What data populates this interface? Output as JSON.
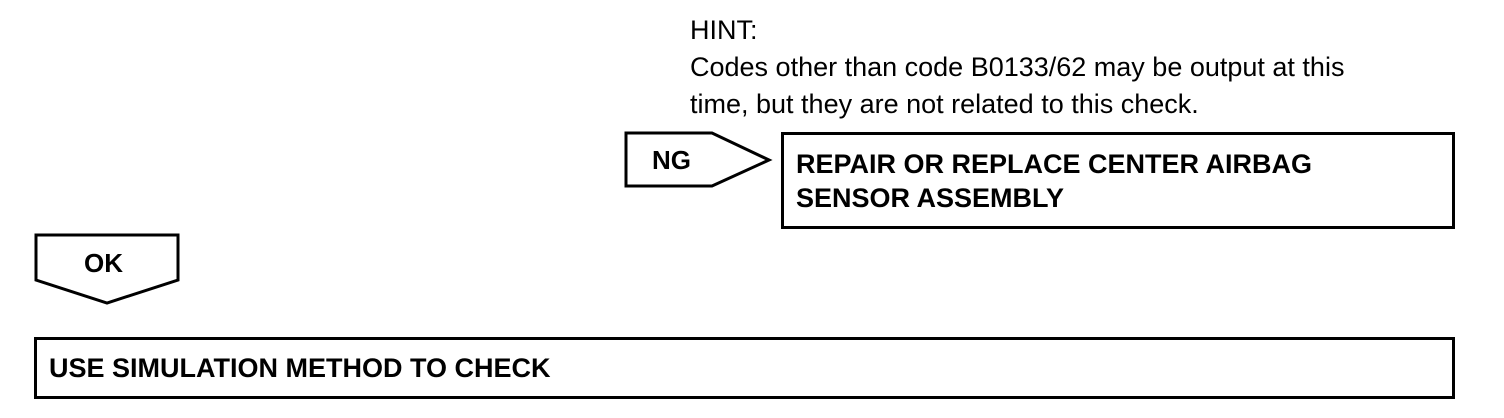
{
  "hint": {
    "title": "HINT:",
    "line1": "Codes other than code B0133/62 may be output at this",
    "line2": "time, but they are not related to this check."
  },
  "ng": {
    "label": "NG",
    "action_line1": "REPAIR OR REPLACE CENTER AIRBAG",
    "action_line2": "SENSOR ASSEMBLY"
  },
  "ok": {
    "label": "OK",
    "action": "USE SIMULATION METHOD TO CHECK"
  }
}
